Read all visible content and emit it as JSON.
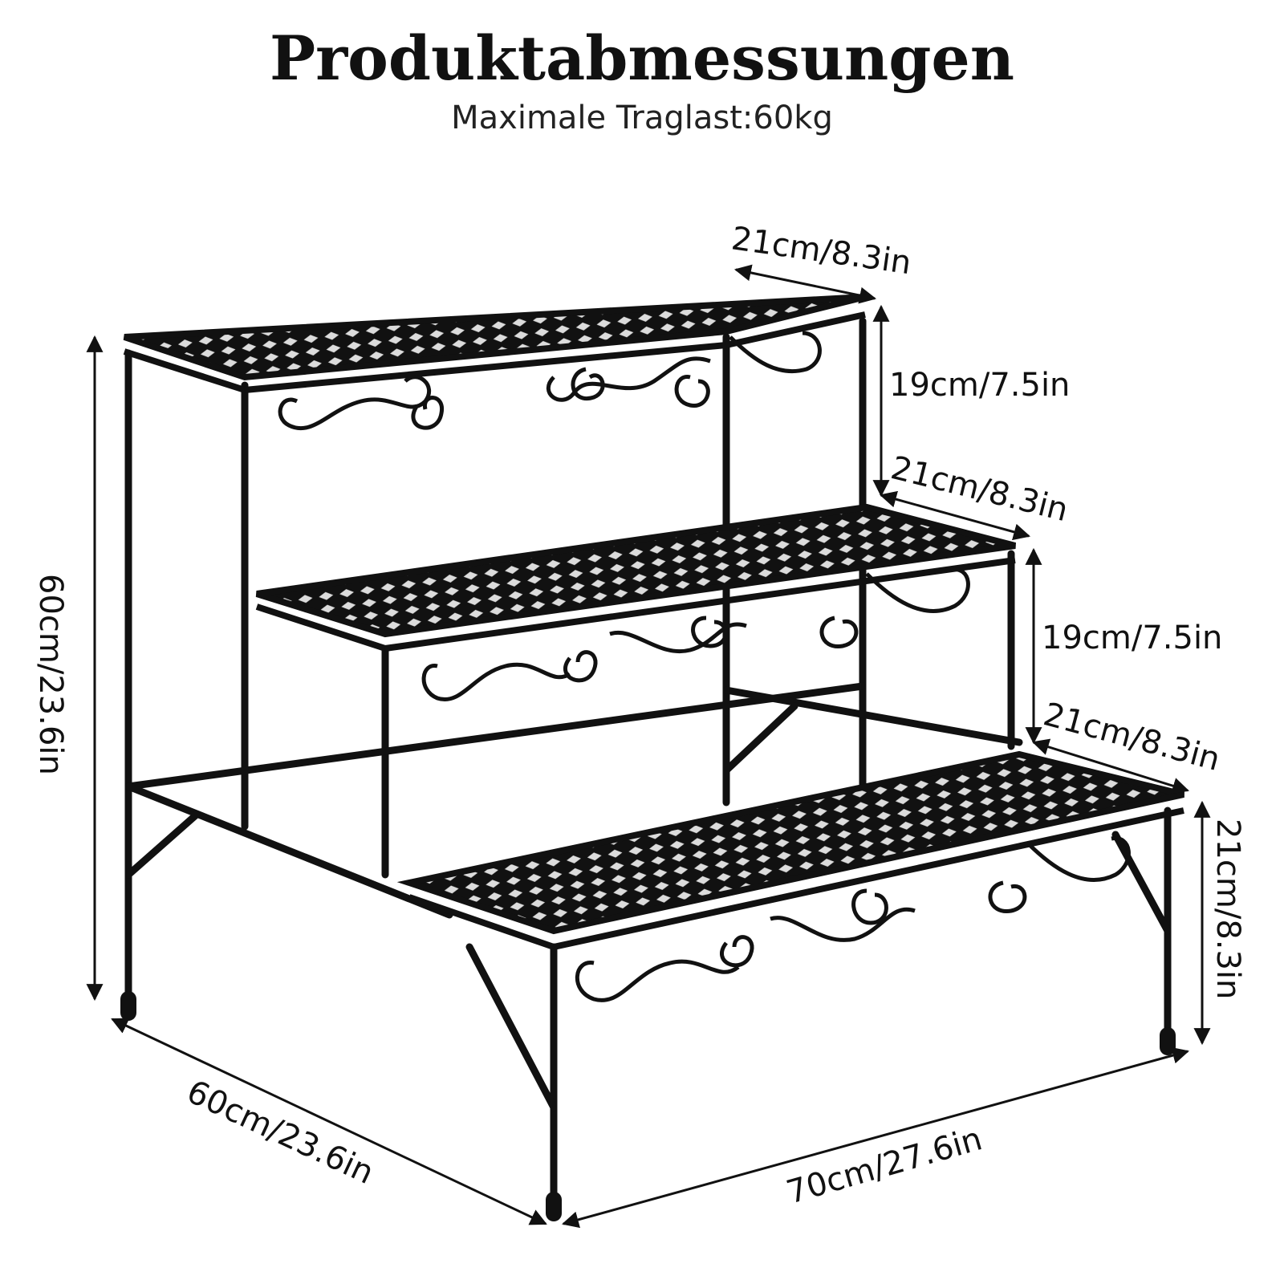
{
  "heading": {
    "title": "Produktabmessungen",
    "subtitle": "Maximale Traglast:60kg"
  },
  "dimensions": {
    "top_shelf_depth": "21cm/8.3in",
    "upper_step_height": "19cm/7.5in",
    "middle_shelf_depth": "21cm/8.3in",
    "middle_step_height": "19cm/7.5in",
    "bottom_shelf_depth": "21cm/8.3in",
    "bottom_shelf_height": "21cm/8.3in",
    "total_height": "60cm/23.6in",
    "total_depth": "60cm/23.6in",
    "total_width": "70cm/27.6in"
  },
  "colors": {
    "metal": "#111111",
    "background": "#ffffff"
  }
}
